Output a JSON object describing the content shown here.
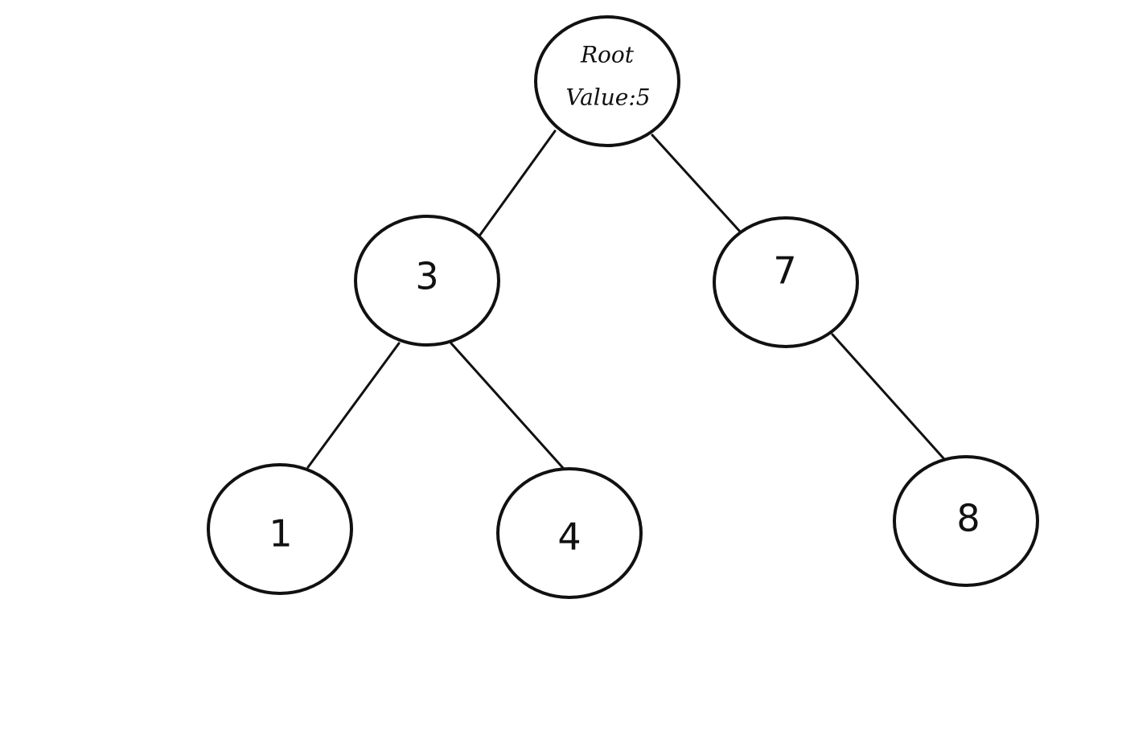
{
  "diagram": {
    "type": "binary-tree",
    "root": {
      "label": "Root",
      "value_label": "Value:5"
    },
    "nodes": {
      "n3": "3",
      "n7": "7",
      "n1": "1",
      "n4": "4",
      "n8": "8"
    },
    "edges": [
      [
        "root",
        "n3"
      ],
      [
        "root",
        "n7"
      ],
      [
        "n3",
        "n1"
      ],
      [
        "n3",
        "n4"
      ],
      [
        "n7",
        "n8"
      ]
    ]
  }
}
